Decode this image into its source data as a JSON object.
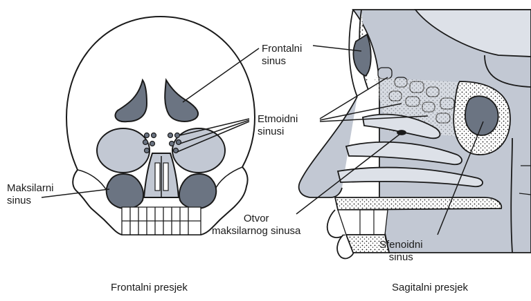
{
  "colors": {
    "bone": "#ffffff",
    "sinus": "#6b7482",
    "soft_tissue": "#c2c8d3",
    "cavity": "#dde1e8",
    "outline": "#1a1a1a",
    "stipple": "#1a1a1a"
  },
  "labels": {
    "frontalni_sinus": [
      "Frontalni",
      "sinus"
    ],
    "etmoidni_sinusi": [
      "Etmoidni",
      "sinusi"
    ],
    "maksilarni_sinus": [
      "Maksilarni",
      "sinus"
    ],
    "otvor_maksilarnog": [
      "Otvor",
      "maksilarnog sinusa"
    ],
    "sfenoidni_sinus": [
      "Sfenoidni",
      "sinus"
    ]
  },
  "captions": {
    "frontal": "Frontalni presjek",
    "sagittal": "Sagitalni presjek"
  }
}
